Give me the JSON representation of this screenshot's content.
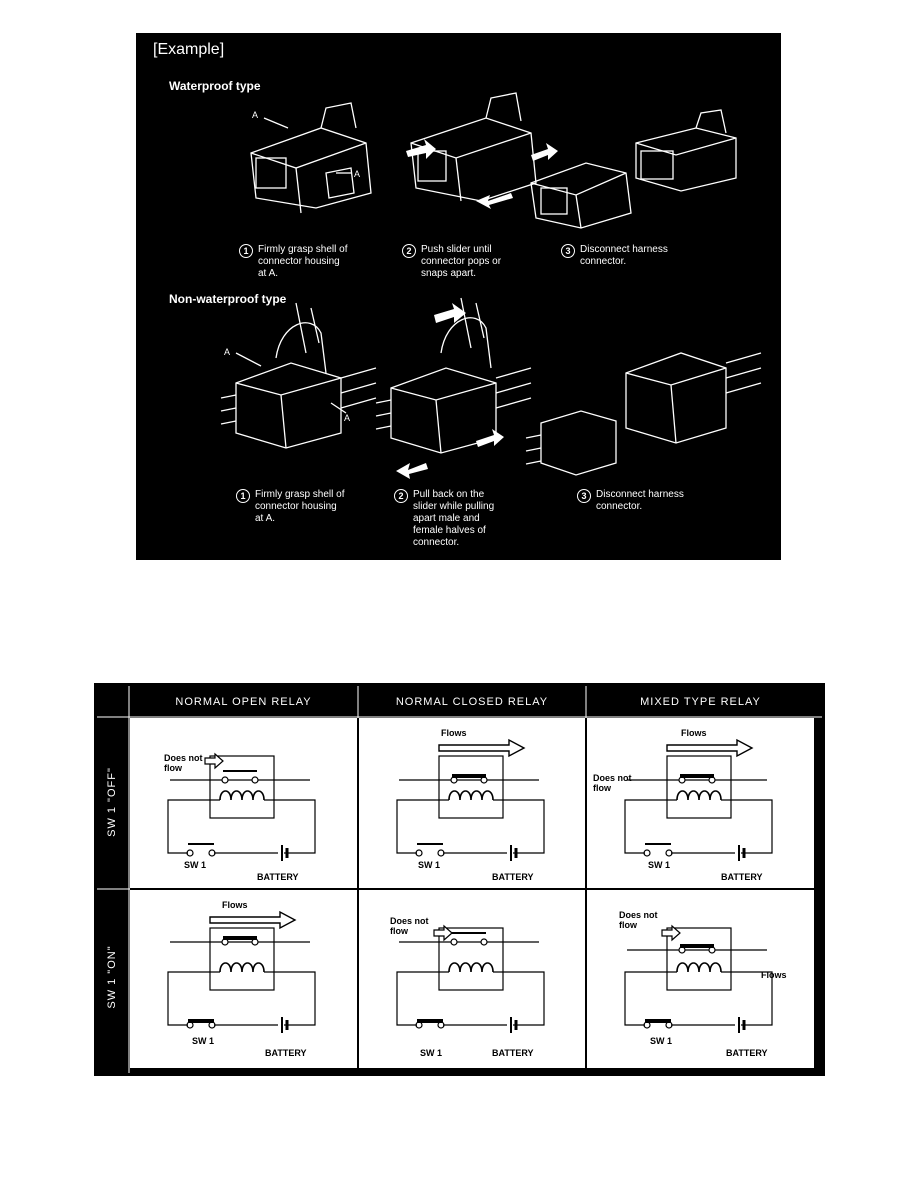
{
  "example_title": "[Example]",
  "waterproof": {
    "heading": "Waterproof type",
    "label_a": "A",
    "steps": [
      {
        "num": "1",
        "text": "Firmly grasp shell of\nconnector housing\nat A."
      },
      {
        "num": "2",
        "text": "Push slider until\nconnector pops or\nsnaps apart."
      },
      {
        "num": "3",
        "text": "Disconnect harness\nconnector."
      }
    ]
  },
  "non_waterproof": {
    "heading": "Non-waterproof type",
    "label_a": "A",
    "steps": [
      {
        "num": "1",
        "text": "Firmly grasp shell of\nconnector housing\nat A."
      },
      {
        "num": "2",
        "text": "Pull back on the\nslider while pulling\napart male and\nfemale halves of\nconnector."
      },
      {
        "num": "3",
        "text": "Disconnect harness\nconnector."
      }
    ]
  },
  "relay_table": {
    "columns": [
      "NORMAL OPEN RELAY",
      "NORMAL CLOSED RELAY",
      "MIXED TYPE RELAY"
    ],
    "rows": [
      "SW 1 \"OFF\"",
      "SW 1 \"ON\""
    ],
    "labels": {
      "does_not_flow": "Does not\nflow",
      "flows": "Flows",
      "sw1": "SW 1",
      "battery": "BATTERY"
    }
  }
}
